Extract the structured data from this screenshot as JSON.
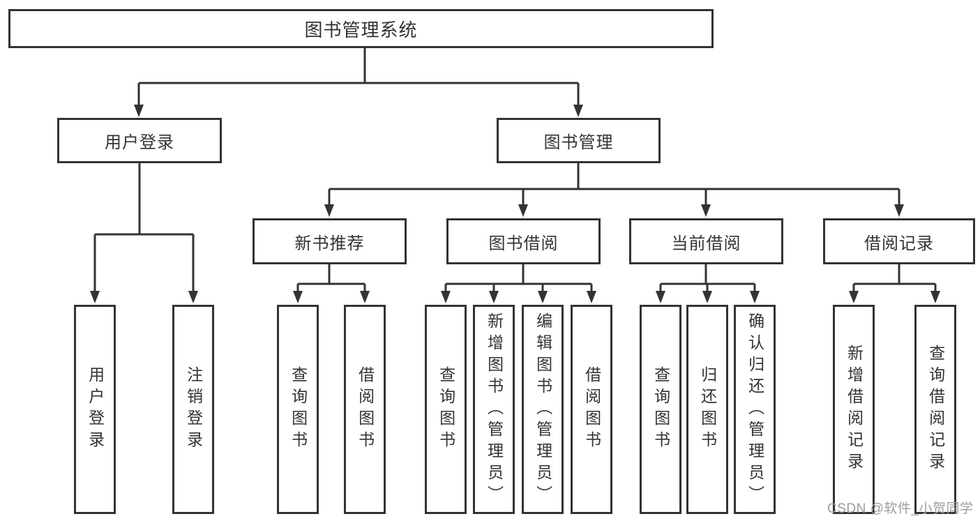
{
  "diagram": {
    "root": {
      "label": "图书管理系统"
    },
    "login": {
      "label": "用户登录",
      "children": [
        "用户登录",
        "注销登录"
      ]
    },
    "management": {
      "label": "图书管理",
      "modules": [
        {
          "label": "新书推荐",
          "children": [
            "查询图书",
            "借阅图书"
          ]
        },
        {
          "label": "图书借阅",
          "children": [
            "查询图书",
            "新增图书（管理员）",
            "编辑图书（管理员）",
            "借阅图书"
          ]
        },
        {
          "label": "当前借阅",
          "children": [
            "查询图书",
            "归还图书",
            "确认归还（管理员）"
          ]
        },
        {
          "label": "借阅记录",
          "children": [
            "新增借阅记录",
            "查询借阅记录"
          ]
        }
      ]
    }
  },
  "watermark": {
    "text": "CSDN @软件_小贺同学"
  },
  "colors": {
    "line": "#333333",
    "box_border": "#333333",
    "box_background": "#ffffff",
    "text": "#333333",
    "watermark_text": "#9c9c9c",
    "page_background": "#ffffff"
  }
}
